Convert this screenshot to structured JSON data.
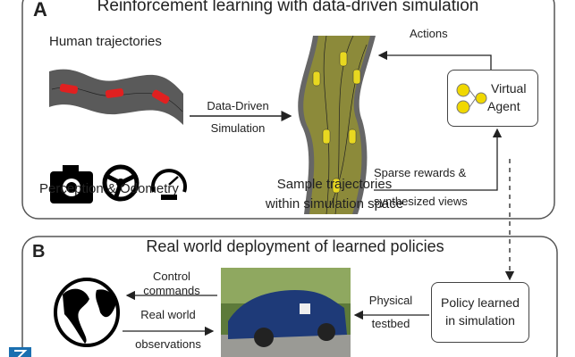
{
  "panel_a": {
    "letter": "A",
    "title": "Reinforcement learning with data-driven simulation",
    "human_trajectories": "Human trajectories",
    "data_driven": "Data-Driven",
    "simulation": "Simulation",
    "perception": "Perception & Odometry",
    "actions": "Actions",
    "virtual": "Virtual",
    "agent": "Agent",
    "sparse": "Sparse rewards &",
    "synth": "synthesized views",
    "sample1": "Sample trajectories",
    "sample2": "within simulation space"
  },
  "panel_b": {
    "letter": "B",
    "title": "Real world deployment of learned policies",
    "control": "Control",
    "commands": "commands",
    "real_world": "Real world",
    "observations": "observations",
    "physical": "Physical",
    "testbed": "testbed",
    "policy1": "Policy learned",
    "policy2": "in simulation"
  },
  "colors": {
    "road": "#5a5a5a",
    "sim_road": "#8c8a3a",
    "human_car": "#e02020",
    "sim_car": "#e8d820",
    "agent_node": "#f0d800",
    "badge": "#1a6fb0"
  }
}
